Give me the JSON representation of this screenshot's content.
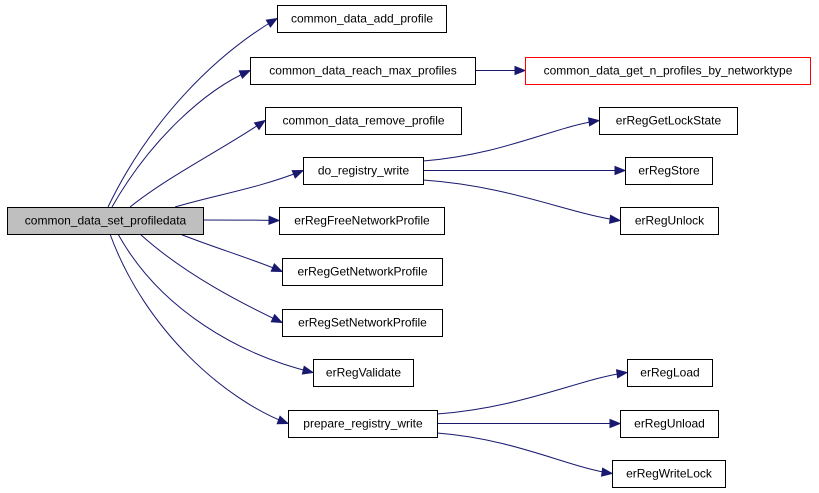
{
  "colors": {
    "edge": "#191970",
    "root_fill": "#bfbfbf",
    "box_stroke": "#000000",
    "highlight_stroke": "#ff0000"
  },
  "nodes": [
    {
      "id": "root",
      "label": "common_data_set_profiledata",
      "style": "root"
    },
    {
      "id": "add_profile",
      "label": "common_data_add_profile"
    },
    {
      "id": "reach_max",
      "label": "common_data_reach_max_profiles"
    },
    {
      "id": "get_n",
      "label": "common_data_get_n_profiles_by_networktype",
      "style": "highlight"
    },
    {
      "id": "remove_profile",
      "label": "common_data_remove_profile"
    },
    {
      "id": "do_write",
      "label": "do_registry_write"
    },
    {
      "id": "getlockstate",
      "label": "erRegGetLockState"
    },
    {
      "id": "store",
      "label": "erRegStore"
    },
    {
      "id": "unlock",
      "label": "erRegUnlock"
    },
    {
      "id": "freenet",
      "label": "erRegFreeNetworkProfile"
    },
    {
      "id": "getnet",
      "label": "erRegGetNetworkProfile"
    },
    {
      "id": "setnet",
      "label": "erRegSetNetworkProfile"
    },
    {
      "id": "validate",
      "label": "erRegValidate"
    },
    {
      "id": "prep_write",
      "label": "prepare_registry_write"
    },
    {
      "id": "load",
      "label": "erRegLoad"
    },
    {
      "id": "unload",
      "label": "erRegUnload"
    },
    {
      "id": "writelock",
      "label": "erRegWriteLock"
    }
  ],
  "edges": [
    {
      "from": "root",
      "to": "add_profile"
    },
    {
      "from": "root",
      "to": "reach_max"
    },
    {
      "from": "root",
      "to": "remove_profile"
    },
    {
      "from": "root",
      "to": "do_write"
    },
    {
      "from": "root",
      "to": "freenet"
    },
    {
      "from": "root",
      "to": "getnet"
    },
    {
      "from": "root",
      "to": "setnet"
    },
    {
      "from": "root",
      "to": "validate"
    },
    {
      "from": "root",
      "to": "prep_write"
    },
    {
      "from": "reach_max",
      "to": "get_n"
    },
    {
      "from": "do_write",
      "to": "getlockstate"
    },
    {
      "from": "do_write",
      "to": "store"
    },
    {
      "from": "do_write",
      "to": "unlock"
    },
    {
      "from": "prep_write",
      "to": "load"
    },
    {
      "from": "prep_write",
      "to": "unload"
    },
    {
      "from": "prep_write",
      "to": "writelock"
    }
  ]
}
